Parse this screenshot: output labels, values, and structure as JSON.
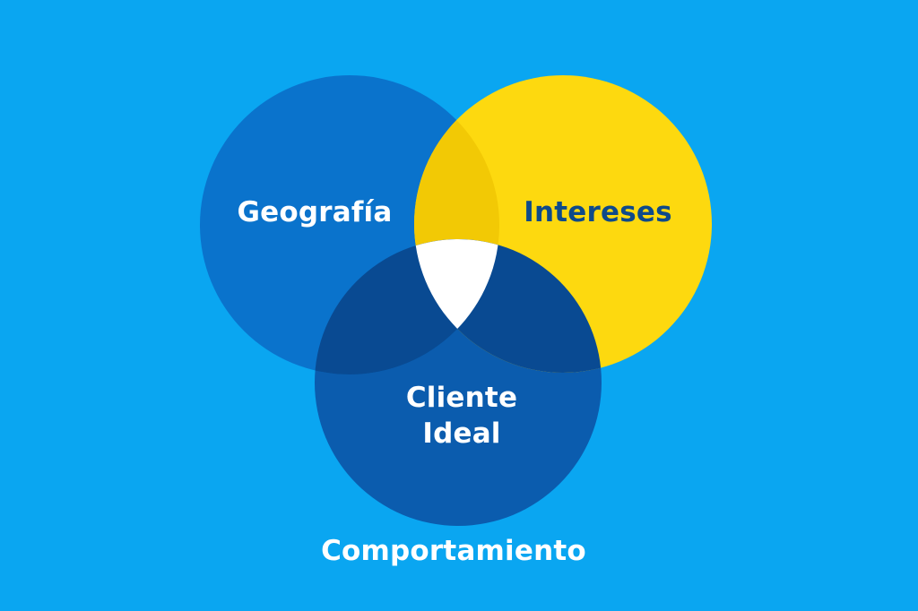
{
  "diagram": {
    "type": "venn",
    "background_color": "#0aa6f1",
    "sets": [
      {
        "id": "geografia",
        "label": "Geografía",
        "color": "#0a73cc",
        "label_color": "#ffffff"
      },
      {
        "id": "intereses",
        "label": "Intereses",
        "color": "#fdd90f",
        "label_color": "#0e4a8a"
      },
      {
        "id": "comportamiento",
        "label": "Comportamiento",
        "color": "#0b5cae",
        "label_color": "#ffffff"
      }
    ],
    "intersection": {
      "label_line1": "Cliente",
      "label_line2": "Ideal",
      "center_color": "#ffffff"
    },
    "overlap_colors": {
      "geografia_intereses": "#f2c905",
      "geografia_comportamiento": "#094a92",
      "intereses_comportamiento": "#094a92"
    }
  }
}
